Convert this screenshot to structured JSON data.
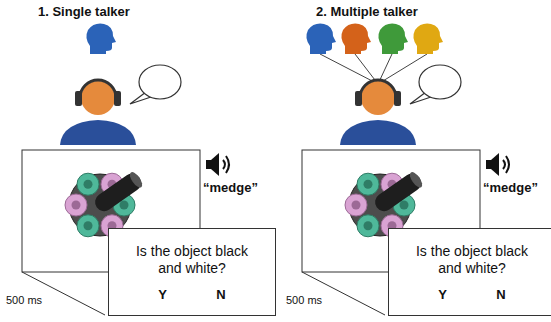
{
  "diagram": {
    "nodes": [
      {
        "text": [
          "Is the object black and white?",
          "Y",
          "N"
        ]
      },
      {
        "text": [
          "Is the object black and white?",
          "Y",
          "N"
        ]
      }
    ],
    "labels": [
      "1. Single talker",
      "“medge”",
      "500 ms",
      "2. Multiple talker",
      "“medge”",
      "500 ms"
    ]
  }
}
